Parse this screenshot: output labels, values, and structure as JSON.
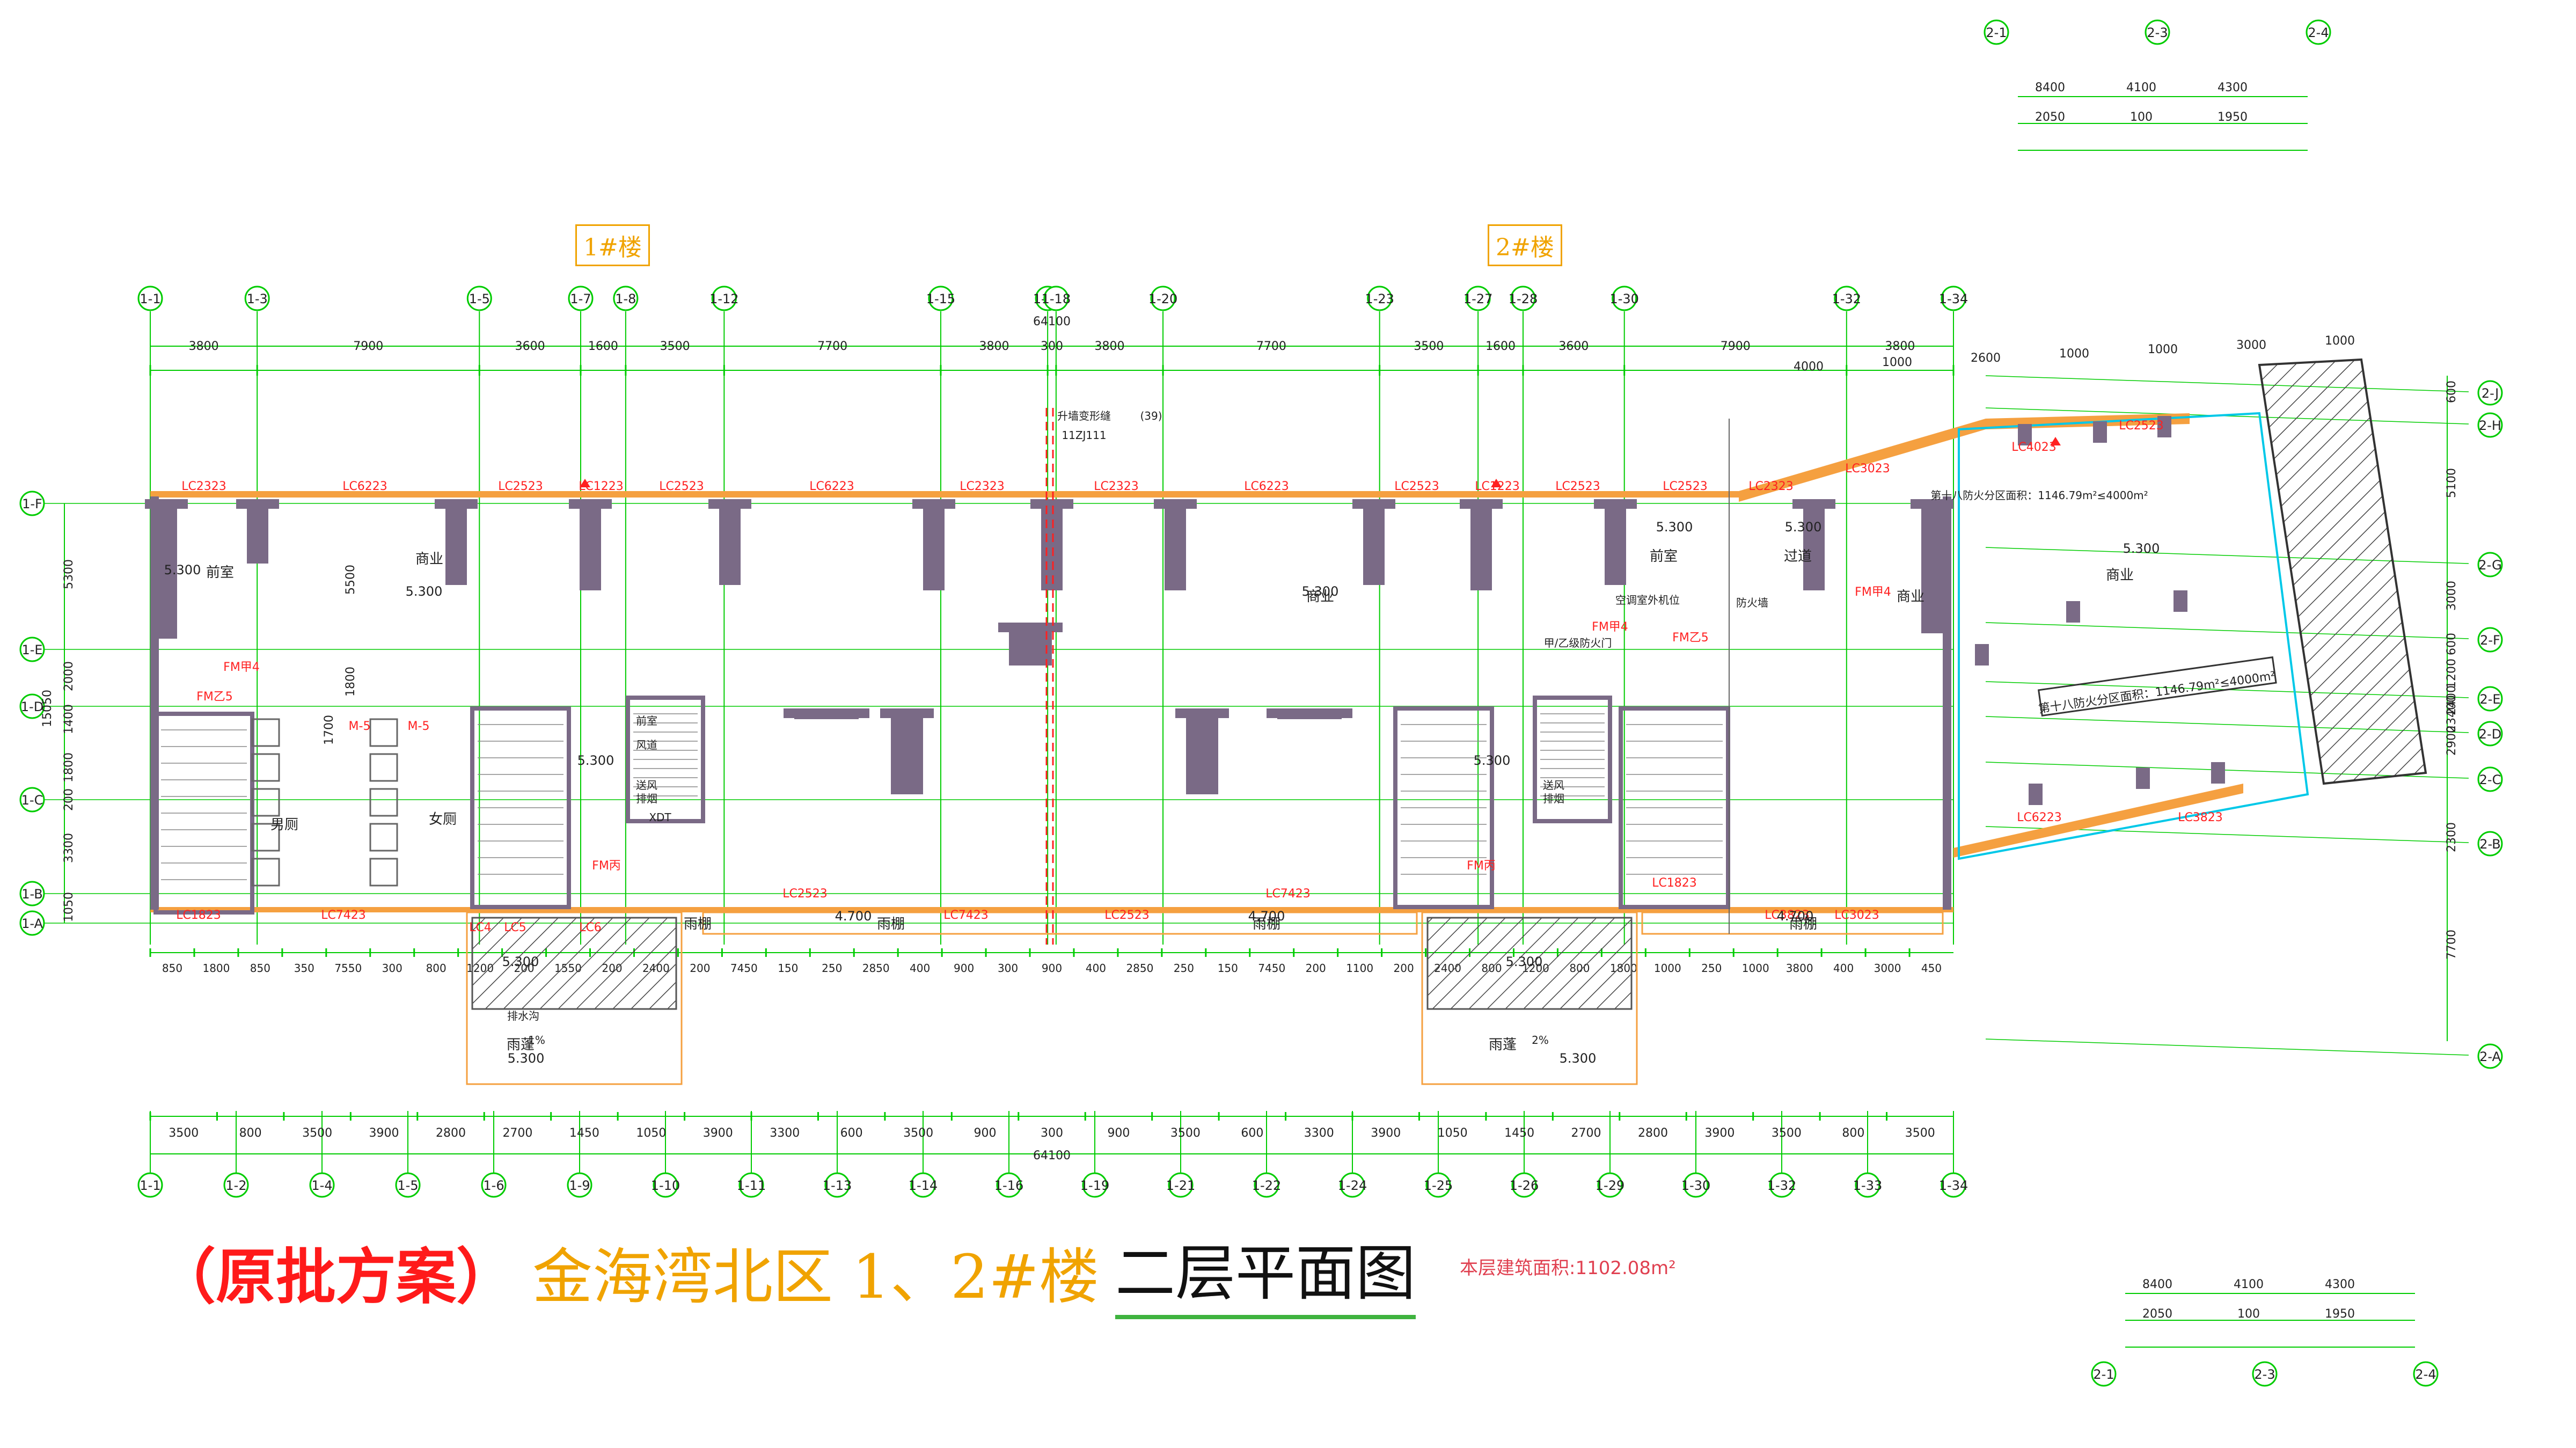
{
  "caption": {
    "prefix": "（原批方案）",
    "project": "金海湾北区  1、2#楼",
    "sheet": "二层平面图",
    "area": "本层建筑面积:1102.08m²"
  },
  "building_labels": [
    "1#楼",
    "2#楼"
  ],
  "colors": {
    "grid": "#00cc00",
    "wall": "#7a6a86",
    "window": "#f5a040",
    "text": "#222222",
    "red": "#ff2020",
    "cyan": "#00c8e8",
    "caption_orange": "#f0a300",
    "caption_red": "#ff1a1a",
    "underline": "#3fb33f"
  },
  "top_axes": [
    "1-1",
    "1-3",
    "1-5",
    "1-7",
    "1-8",
    "1-12",
    "1-15",
    "1-17",
    "1-18",
    "1-20",
    "1-23",
    "1-27",
    "1-28",
    "1-30",
    "1-32",
    "1-34"
  ],
  "top_dims": [
    "3800",
    "7900",
    "3600",
    "1600",
    "3500",
    "7700",
    "3800",
    "300",
    "3800",
    "7700",
    "3500",
    "1600",
    "3600",
    "7900",
    "3800"
  ],
  "overall_dim": "64100",
  "bottom_axes": [
    "1-1",
    "1-2",
    "1-4",
    "1-5",
    "1-6",
    "1-9",
    "1-10",
    "1-11",
    "1-13",
    "1-14",
    "1-16",
    "1-19",
    "1-21",
    "1-22",
    "1-24",
    "1-25",
    "1-26",
    "1-29",
    "1-30",
    "1-32",
    "1-33",
    "1-34"
  ],
  "bottom_dims_1": [
    "3500",
    "800",
    "3500",
    "3900",
    "2800",
    "2700",
    "1450",
    "1050",
    "3900",
    "3300",
    "600",
    "3500",
    "900",
    "300",
    "900",
    "3500",
    "600",
    "3300",
    "3900",
    "1050",
    "1450",
    "2700",
    "2800",
    "3900",
    "3500",
    "800",
    "3500"
  ],
  "bottom_dims_2": [
    "850",
    "1800",
    "850",
    "350",
    "7550",
    "300",
    "800",
    "1200",
    "200",
    "1550",
    "200",
    "2400",
    "200",
    "7450",
    "150",
    "250",
    "2850",
    "400",
    "900",
    "300",
    "900",
    "400",
    "2850",
    "250",
    "150",
    "7450",
    "200",
    "1100",
    "200",
    "2400",
    "800",
    "1200",
    "800",
    "1800",
    "1000",
    "250",
    "1000",
    "3800",
    "400",
    "3000",
    "450"
  ],
  "left_axes": [
    "1-F",
    "1-E",
    "1-D",
    "1-C",
    "1-B",
    "1-A"
  ],
  "left_dims": [
    "5300",
    "2000",
    "1400",
    "1800",
    "200",
    "3300",
    "1050",
    "15050",
    "5500",
    "1800",
    "1700"
  ],
  "right_axes": [
    "2-J",
    "2-H",
    "2-G",
    "2-F",
    "2-E",
    "2-D",
    "2-C",
    "2-B",
    "2-A"
  ],
  "right_dims": [
    "600",
    "5100",
    "3000",
    "600",
    "1200",
    "2400",
    "2900",
    "23400",
    "2300",
    "7700"
  ],
  "right_top_dims": [
    "4000",
    "1000",
    "2600",
    "1000",
    "1000",
    "3000",
    "1000"
  ],
  "corner_axes": [
    "2-1",
    "2-3",
    "2-4"
  ],
  "corner_dims": [
    "8400",
    "4100",
    "4300",
    "2050",
    "100",
    "1950"
  ],
  "windows": [
    "LC2323",
    "LC6223",
    "LC2523",
    "LC1223",
    "LC2523",
    "LC6223",
    "LC2323",
    "LC2323",
    "LC6223",
    "LC2523",
    "LC1223",
    "LC2523",
    "LC2523",
    "LC2323",
    "LC3023",
    "LC4023",
    "LC2523",
    "LC1823",
    "LC7423",
    "LC2523",
    "LC7423",
    "LC2523",
    "LC7423",
    "LC1823",
    "LC3823",
    "LC3023",
    "LC6223",
    "LC3823",
    "LC4",
    "LC5",
    "LC6"
  ],
  "rooms": [
    "商业",
    "商业",
    "商业",
    "商业",
    "前室",
    "前室",
    "过道",
    "男厕",
    "女厕",
    "雨棚",
    "雨棚",
    "雨棚",
    "雨棚",
    "雨蓬",
    "雨蓬"
  ],
  "elevations": [
    "5.300",
    "5.300",
    "5.300",
    "5.300",
    "5.300",
    "5.300",
    "5.300",
    "5.300",
    "5.300",
    "5.300",
    "4.700",
    "4.700",
    "4.700",
    "5.300",
    "5.300"
  ],
  "doors": [
    "FM乙5",
    "FM甲4",
    "FM甲4",
    "FM乙5",
    "FM甲4",
    "M-5",
    "M-5",
    "FM丙",
    "FM丙"
  ],
  "shaft_labels": [
    "前室",
    "风道",
    "XDT",
    "送风",
    "排烟",
    "送风",
    "排烟"
  ],
  "notes": [
    "升墙变形缝",
    "11ZJ111",
    "(39)",
    "第十八防火分区面积：1146.79m²≤4000m²",
    "空调室外机位",
    "排水沟",
    "防火墙",
    "1%",
    "2%",
    "甲/乙级防火门"
  ],
  "legend_zone": "第十八防火分区面积：1146.79m²≤4000m²"
}
